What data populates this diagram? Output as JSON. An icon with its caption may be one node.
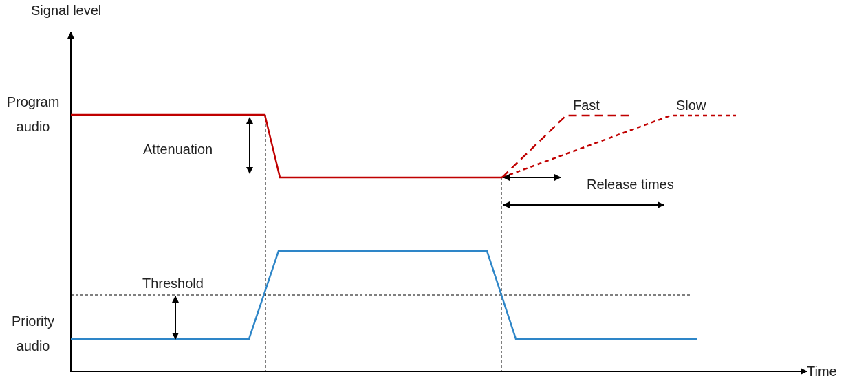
{
  "diagram": {
    "labels": [
      "Signal level",
      "Program audio",
      "Fast",
      "Slow",
      "Attenuation",
      "Release times",
      "Threshold",
      "Priority audio",
      "Time"
    ]
  }
}
